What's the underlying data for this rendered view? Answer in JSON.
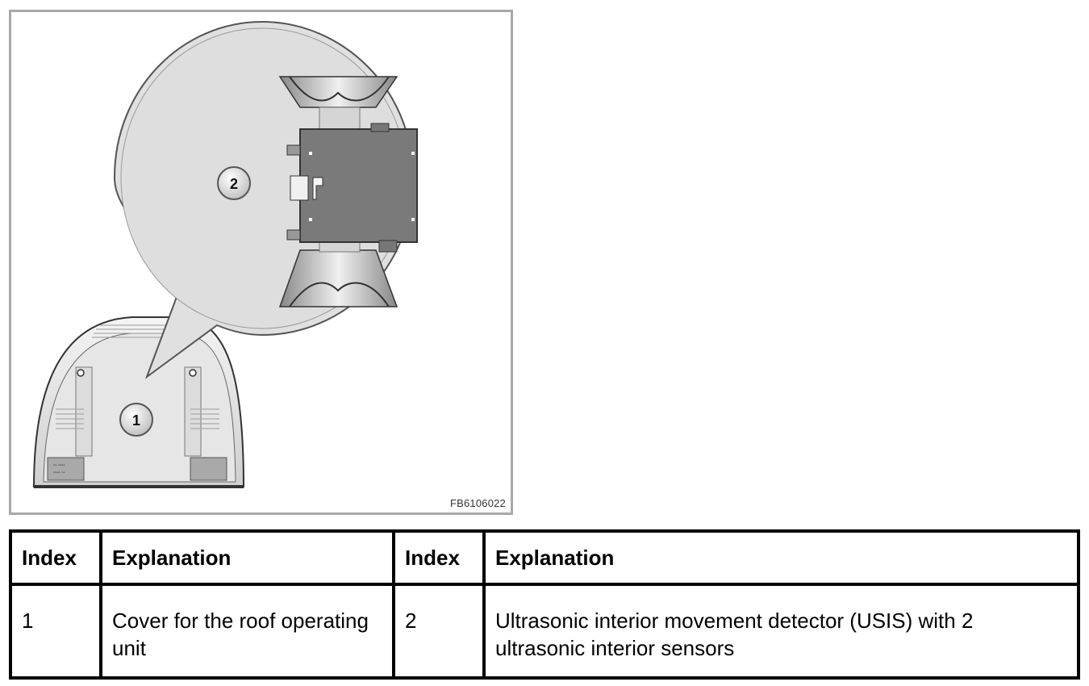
{
  "figure": {
    "figure_id": "FB6106022",
    "callouts": [
      {
        "number": "1"
      },
      {
        "number": "2"
      }
    ]
  },
  "legend_table": {
    "headers": [
      "Index",
      "Explanation",
      "Index",
      "Explanation"
    ],
    "rows": [
      {
        "index_a": "1",
        "explanation_a": "Cover for the roof operating unit",
        "index_b": "2",
        "explanation_b": "Ultrasonic interior movement detector (USIS) with 2 ultrasonic interior sensors"
      }
    ]
  }
}
